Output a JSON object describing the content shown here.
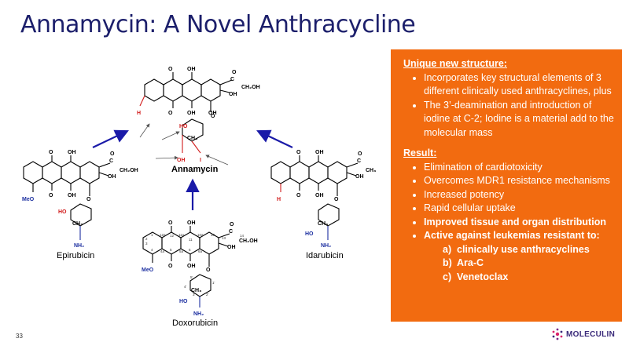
{
  "title": "Annamycin: A Novel Anthracycline",
  "diagram": {
    "annamycin_label": "Annamycin",
    "epirubicin_label": "Epirubicin",
    "idarubicin_label": "Idarubicin",
    "doxorubicin_label": "Doxorubicin",
    "atoms": {
      "O": "O",
      "OH": "OH",
      "C": "C",
      "CH2OH": "CH₂OH",
      "CH3": "CH₃",
      "H": "H",
      "HO": "HO",
      "I": "I",
      "MeO": "MeO",
      "NH2": "NH₂"
    },
    "doxo_numbers": [
      "12a",
      "12",
      "11a",
      "10a",
      "10",
      "11",
      "5a",
      "6a",
      "6",
      "5",
      "4a",
      "4",
      "3",
      "2",
      "1",
      "13",
      "14",
      "5'",
      "4'",
      "3'",
      "2'",
      "1'"
    ]
  },
  "panel": {
    "unique_heading": "Unique new structure:",
    "unique_items": [
      "Incorporates key structural elements of 3 different clinically used anthracyclines, plus",
      "The 3’-deamination and introduction of iodine at C-2; Iodine is a material add to the molecular mass"
    ],
    "result_heading": "Result:",
    "result_items": [
      "Elimination of cardiotoxicity",
      "Overcomes MDR1 resistance mechanisms",
      "Increased potency",
      "Rapid cellular uptake"
    ],
    "result_bold_items": [
      "Improved tissue and organ distribution",
      "Active against leukemias resistant to:"
    ],
    "sub_items": [
      {
        "label": "a)",
        "text": "clinically use anthracyclines"
      },
      {
        "label": "b)",
        "text": "Ara-C"
      },
      {
        "label": "c)",
        "text": "Venetoclax"
      }
    ]
  },
  "page_number": "33",
  "logo_text": "MOLECULIN",
  "colors": {
    "title": "#1c1f6b",
    "panel": "#f26b10",
    "arrow": "#1a1aa8",
    "highlight": "#d11b1b",
    "amine": "#1c2fa0"
  }
}
